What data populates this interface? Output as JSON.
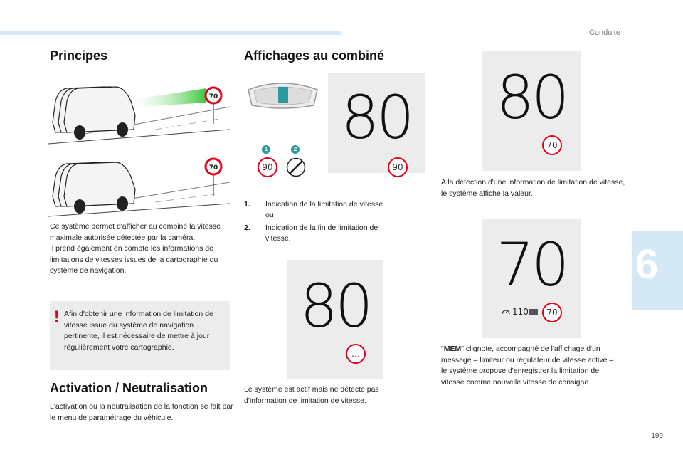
{
  "header": {
    "section_title": "Conduite",
    "chapter_number": "6",
    "page_number": "199"
  },
  "left": {
    "principles_title": "Principes",
    "speed_sign_value": "70",
    "body_text": "Ce système permet d'afficher au combiné la vitesse maximale autorisée détectée par la caméra.\nIl prend également en compte les informations de limitations de vitesses issues de la cartographie du système de navigation.",
    "warning_mark": "!",
    "warning_text": "Afin d'obtenir une information de limitation de vitesse issue du système de navigation pertinente, il est nécessaire de mettre à jour régulièrement votre cartographie.",
    "activation_title": "Activation / Neutralisation",
    "activation_text": "L'activation ou la neutralisation de la fonction se fait par le menu de paramétrage du véhicule."
  },
  "middle": {
    "title": "Affichages au combiné",
    "badge_1": "1",
    "badge_2": "2",
    "sign_1_value": "90",
    "panel1": {
      "big": "80",
      "sign": "90"
    },
    "list": [
      {
        "num": "1.",
        "text": "Indication de la limitation de vitesse.\nou"
      },
      {
        "num": "2.",
        "text": "Indication de la fin de limitation de vitesse."
      }
    ],
    "panel2": {
      "big": "80",
      "sign": "…"
    },
    "caption": "Le système est actif mais ne détecte pas d'information de limitation de vitesse."
  },
  "right": {
    "panel1": {
      "big": "80",
      "sign": "70"
    },
    "caption1": "A la détection d'une information de limitation de vitesse, le système affiche la valeur.",
    "panel2": {
      "big": "70",
      "sign": "70",
      "limiter_value": "110"
    },
    "caption2_bold": "MEM",
    "caption2_open": "\"",
    "caption2_rest": "\" clignote, accompagné de l'affichage d'un message – limiteur ou régulateur de vitesse activé – le système propose d'enregistrer la limitation de vitesse comme nouvelle vitesse de consigne."
  },
  "colors": {
    "accent_red": "#e2001a",
    "accent_teal": "#2a9a9e",
    "tab_blue": "#d4e9f5",
    "panel_grey": "#ececec"
  }
}
